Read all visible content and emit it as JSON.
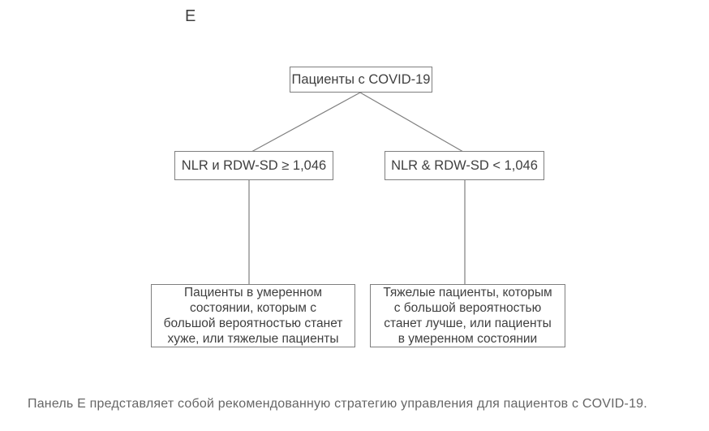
{
  "panel_label": "E",
  "flowchart": {
    "root": {
      "label": "Пациенты с COVID-19"
    },
    "conditions": [
      {
        "label": "NLR и RDW-SD ≥ 1,046"
      },
      {
        "label": "NLR & RDW-SD < 1,046"
      }
    ],
    "outcomes": [
      {
        "lines": [
          "Пациенты в умеренном",
          "состоянии, которым с",
          "большой вероятностью станет",
          "хуже, или тяжелые пациенты"
        ]
      },
      {
        "lines": [
          "Тяжелые пациенты, которым",
          "с большой вероятностью",
          "станет лучше, или пациенты",
          "в умеренном состоянии"
        ]
      }
    ]
  },
  "caption": "Панель Е представляет собой рекомендованную стратегию управления для пациентов с COVID-19.",
  "colors": {
    "background": "#ffffff",
    "box_border": "#7f7f7f",
    "box_text": "#3f3f3f",
    "connector_line": "#7f7f7f",
    "caption_text": "#666666"
  }
}
